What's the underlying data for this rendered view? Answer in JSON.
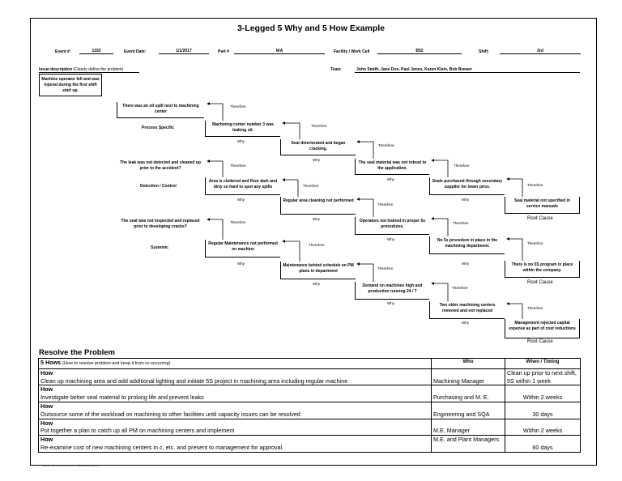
{
  "title": "3-Legged 5 Why and 5 How Example",
  "header": {
    "event_num_label": "Event #:",
    "event_num": "1333",
    "event_date_label": "Event Date:",
    "event_date": "1/1/2017",
    "part_label": "Part #",
    "part": "N/A",
    "facility_label": "Facility / Work Cell",
    "facility": "B52",
    "shift_label": "Shift:",
    "shift": "3rd"
  },
  "issue": {
    "label": "Issue description",
    "hint": "(Clearly define the problem)",
    "text": "Machine operator fell and was injured during the first shift start up."
  },
  "team": {
    "label": "Team",
    "members": "John Smith, Jane Doe, Paul Jones, Karen Klein, Bob Brewer"
  },
  "categories": {
    "process": "Process Specific",
    "detection": "Detection / Control",
    "systemic": "Systemic"
  },
  "connectors": {
    "therefore": "Therefore",
    "why": "Why"
  },
  "root_cause": "Root Cause",
  "whys": {
    "p1": "There was an oil spill next to machining center",
    "p2": "Machining center number 3 was leaking oil.",
    "p3": "Seal deteriorated and began cracking.",
    "p4": "The seal material was not robust to the application.",
    "p5": "Seals purchased through secondary supplier for lower price.",
    "p6": "Seal material not specified in service manuals",
    "d1": "The leak was not detected and cleaned up prior to the accident?",
    "d2": "Area is cluttered and floor dark and dirty so hard to spot any spills",
    "d3": "Regular area cleaning not performed",
    "d4": "Operators not trained in proper 5s procedures.",
    "d5": "No 5s procedure in place in the machining department.",
    "d6": "There is no 5S program in place within the company.",
    "s1": "The seal was not inspected and replaced prior to developing cracks?",
    "s2": "Regular Maintenance not performed on machine",
    "s3": "Maintenance behind schedule on PM plans  in department",
    "s4": "Demand on machines high and production running 24 / 7",
    "s5": "Two older machining centers removed and not replaced",
    "s6": "Management rejected capital expense as part of cost reductions"
  },
  "resolve": {
    "title": "Resolve the Problem",
    "hows_label": "5 Hows",
    "hows_hint": "(How to resolve problem and keep it from re-occurring)",
    "who_label": "Who",
    "when_label": "When / Timing",
    "how_label": "How",
    "rows": [
      {
        "text": "Clean up machining area and add additional lighting and initiate 5S project in machining area including regular machine",
        "who": "Machining Manager",
        "when": "Clean up prior to next shift, 5S within 1 week"
      },
      {
        "text": "Investigate better seal material to prolong life and prevent leaks",
        "who": "Purchasing and M. E.",
        "when": "Within 2 weeks"
      },
      {
        "text": "Outsource some of the workload on machining to other facilities until capacity issues can be resolved",
        "who": "Engineering and SQA",
        "when": "30 days"
      },
      {
        "text": "Put together a plan to catch up all PM on machining centers and implement",
        "who": "M.E. Manager",
        "when": "Within 2 weeks"
      },
      {
        "text": "Re-examine cost of new machining centers in c, etc. and present to management for approval.",
        "who": "M.E. and Plant Managers",
        "when": "60 days"
      }
    ]
  },
  "footer": "Quality-One (1-248) 280-4800 / www.quality-one.com"
}
